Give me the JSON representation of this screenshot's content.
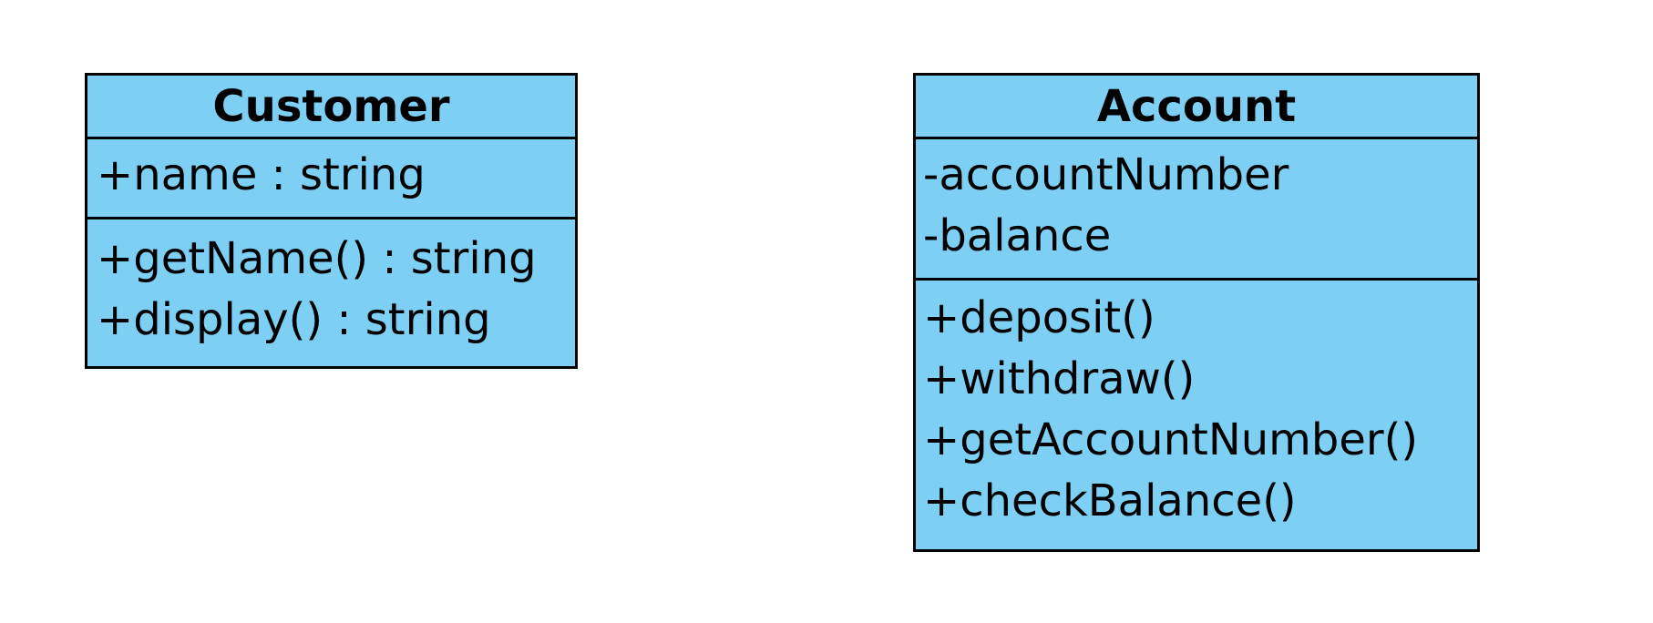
{
  "colors": {
    "class_fill": "#7ecff4",
    "border": "#000000",
    "background": "#ffffff"
  },
  "classes": [
    {
      "name": "Customer",
      "attributes": [
        "+name : string"
      ],
      "operations": [
        "+getName() : string",
        "+display() : string"
      ]
    },
    {
      "name": "Account",
      "attributes": [
        "-accountNumber",
        "-balance"
      ],
      "operations": [
        "+deposit()",
        "+withdraw()",
        "+getAccountNumber()",
        "+checkBalance()"
      ]
    }
  ]
}
